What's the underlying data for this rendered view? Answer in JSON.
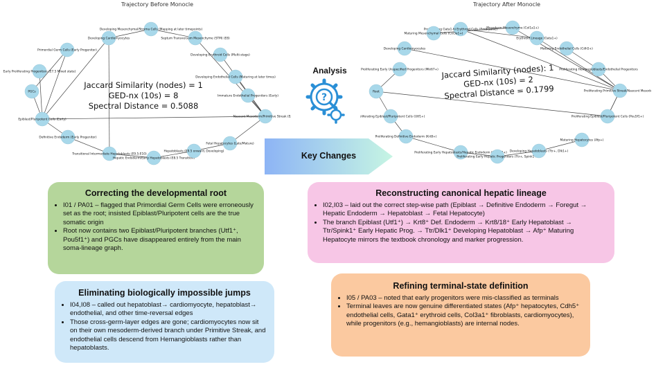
{
  "before": {
    "title": "Trajectory Before Monocle",
    "metrics": [
      "Jaccard Similarity (nodes) = 1",
      "GED-nx (10s) = 8",
      "Spectral Distance = 0.5088"
    ],
    "nodes": [
      "Developing Mesenchymal/Stroma Cells (Mapping at later timepoints)",
      "Developing Cardiomyocytes",
      "Septum Transversum Mesenchyme (STM) (E8)",
      "Primordial Germ Cells (Early Progenitor)",
      "Developing Erythroid Cells (Multi-stage)",
      "Early Proliferating Progenitors (E7.5 Mixed state)",
      "Developing Endothelial Cells (Maturing at later times)",
      "Immature Endothelial Progenitors (Early)",
      "PGCs",
      "Epiblast/Pluripotent Cells (Early)",
      "Nascent Mesoderm/Primitive Streak (Early)",
      "Definitive Endoderm (Early Progenitor)",
      "Fetal Hepatocytes (Late/Mature)",
      "Transitional Intermediate Hepatoblasts (E9.5-E10)",
      "Hepatic Endoderm/Early Hepatoblasts (E8.5 Transition)",
      "Hepatoblasts (E9.5 onward, Developing)"
    ]
  },
  "after": {
    "title": "Trajectory After Monocle",
    "metrics": [
      "Jaccard Similarity (nodes): 1",
      "GED-nx (10s) = 2",
      "Spectral Distance = 0.1799"
    ],
    "nodes": [
      "Proliferating Gata1-hi Erythroid Cells (Embryonic)",
      "Mesoderm Mesenchyme (Col1a1+)",
      "Maturing Mesenchymal Cells (Col3a1+)",
      "Erythroid Lineage (Gata1+)",
      "Developing Cardiomyocytes",
      "Maturing Endothelial Cells (Cdh5+)",
      "Proliferating Early Unspecified Progenitors (Mki67+)",
      "Proliferating Hemangioblasts/Endothelial Progenitors",
      "Proliferating Primitive Streak/Nascent Mesoderm",
      "Root",
      "Proliferating Epiblast/Pluripotent Cells (Utf1+)",
      "Proliferating Epiblast/Pluripotent Cells (Pou5f1+)",
      "Proliferating Definitive Endoderm (Krt8+)",
      "Maturing Hepatocytes (Afp+)",
      "Proliferating Early Hepatoblasts/Hepatic Endoderm (Krt8/18+)",
      "Proliferating Early Hepatic Progenitors (Ttr+, Spink1+)",
      "Developing Hepatoblasts (Ttr+, Dlk1+)"
    ]
  },
  "center": {
    "analysis_label": "Analysis",
    "key_changes_label": "Key Changes"
  },
  "colors": {
    "node": "#a8d8ea",
    "arrow_start": "#8db4f5",
    "arrow_end": "#c6f5e3",
    "icon_blue": "#2a8fd6",
    "card_green": "#b5d69b",
    "card_pink": "#f7c6e6",
    "card_blue": "#cfe8f9",
    "card_orange": "#fbc9a0"
  },
  "cards": {
    "root": {
      "title": "Correcting the developmental root",
      "items": [
        "I01 / PA01 – flagged that Primordial Germ Cells were erroneously set as the root; insisted Epiblast/Pluripotent cells are the true somatic origin",
        "Root now contains two Epiblast/Pluripotent branches (Utf1⁺, Pou5f1⁺) and PGCs have disappeared entirely from the main soma-lineage graph."
      ]
    },
    "hepatic": {
      "title": "Reconstructing canonical hepatic lineage",
      "items": [
        "I02,I03 – laid out the correct step-wise path (Epiblast → Definitive Endoderm → Foregut → Hepatic Endoderm → Hepatoblast → Fetal Hepatocyte)",
        "The branch Epiblast (Utf1⁺) → Krt8⁺ Def. Endoderm → Krt8/18⁺ Early Hepatoblast → Ttr/Spink1⁺ Early Hepatic Prog. → Ttr/Dlk1⁺ Developing Hepatoblast → Afp⁺ Maturing Hepatocyte mirrors the textbook chronology and marker progression."
      ]
    },
    "jumps": {
      "title": "Eliminating biologically impossible jumps",
      "items": [
        "I04,I08 – called out hepatoblast→ cardiomyocyte, hepatoblast→ endothelial, and other time-reversal edges",
        "Those cross-germ-layer edges are gone; cardiomyocytes now sit on their own mesoderm-derived branch under Primitive Streak, and endothelial cells descend from Hemangioblasts rather than hepatoblasts."
      ]
    },
    "terminal": {
      "title": "Refining terminal-state definition",
      "items": [
        "I05 / PA03 – noted that early progenitors were mis-classified as terminals",
        "Terminal leaves are now genuine differentiated states (Afp⁺ hepatocytes, Cdh5⁺ endothelial cells, Gata1⁺ erythroid cells, Col3a1⁺ fibroblasts, cardiomyocytes), while progenitors (e.g., hemangioblasts) are internal nodes."
      ]
    }
  }
}
